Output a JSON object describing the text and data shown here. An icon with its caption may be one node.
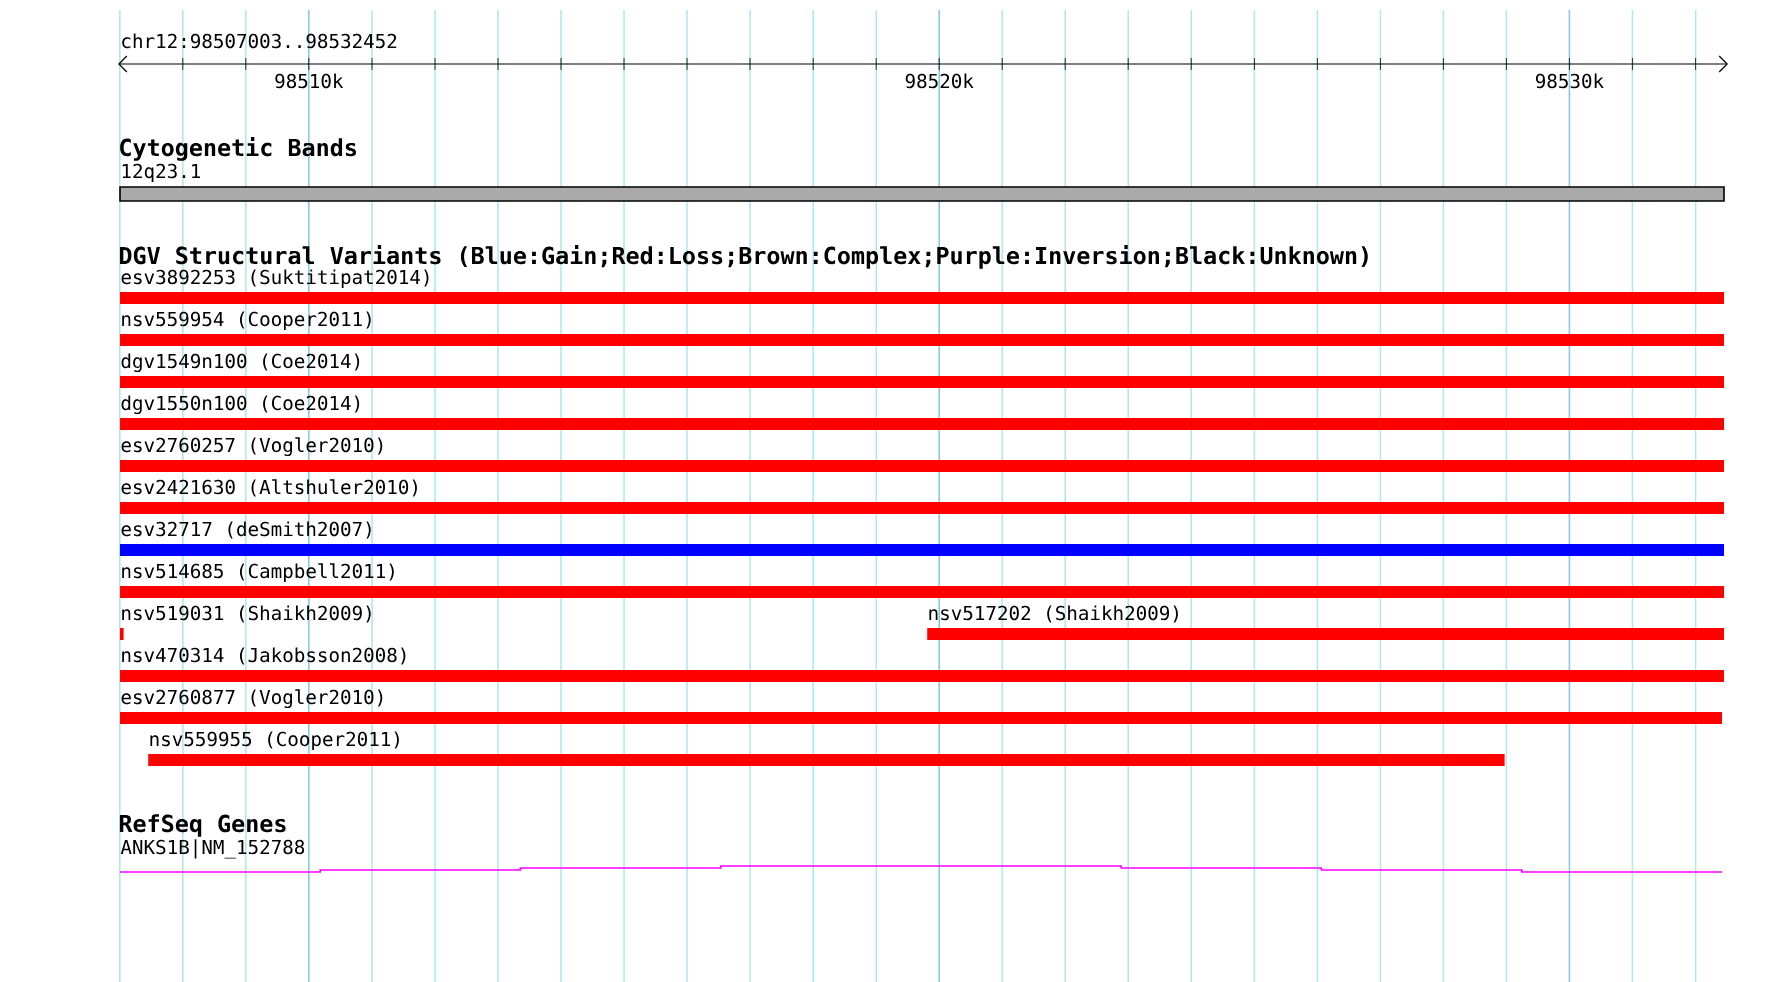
{
  "diagram": {
    "nodes": [
      {
        "text": [
          "12q23.1"
        ]
      },
      {
        "text": [
          "esv3892253 (Suktitipat2014)"
        ]
      },
      {
        "text": [
          "nsv559954 (Cooper2011)"
        ]
      },
      {
        "text": [
          "dgv1549n100 (Coe2014)"
        ]
      },
      {
        "text": [
          "dgv1550n100 (Coe2014)"
        ]
      },
      {
        "text": [
          "esv2760257 (Vogler2010)"
        ]
      },
      {
        "text": [
          "esv2421630 (Altshuler2010)"
        ]
      },
      {
        "text": [
          "esv32717 (deSmith2007)"
        ]
      },
      {
        "text": [
          "nsv514685 (Campbell2011)"
        ]
      },
      {
        "text": [
          "nsv519031 (Shaikh2009)"
        ]
      },
      {
        "text": [
          "nsv517202 (Shaikh2009)"
        ]
      },
      {
        "text": [
          "nsv470314 (Jakobsson2008)"
        ]
      },
      {
        "text": [
          "esv2760877 (Vogler2010)"
        ]
      },
      {
        "text": [
          "nsv559955 (Cooper2011)"
        ]
      },
      {
        "text": [
          "ANKS1B|NM_152788"
        ]
      }
    ],
    "labels": [
      "chr12:98507003..98532452",
      "98510k",
      "98520k",
      "98530k",
      "Cytogenetic Bands",
      "DGV Structural Variants (Blue:Gain;Red:Loss;Brown:Complex;Purple:Inversion;Black:Unknown)",
      "RefSeq Genes"
    ]
  }
}
